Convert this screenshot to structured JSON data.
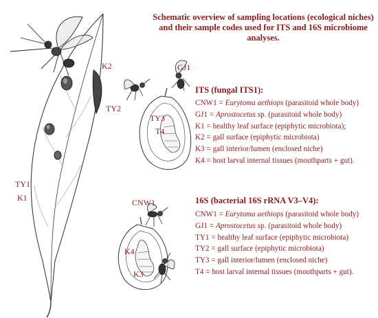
{
  "title": "Schematic overview of sampling locations (ecological niches) and their sample codes used for ITS and 16S microbiome analyses.",
  "its": {
    "heading": "ITS (fungal ITS1):",
    "items": [
      {
        "code": "CNW1 = ",
        "italic": "Eurytoma aethiops",
        "rest": " (parasitoid whole body)"
      },
      {
        "code": "GJ1 = ",
        "italic": "Aprostocetus",
        "rest": " sp. (parasitoid whole body)"
      },
      {
        "code": "K1 = healthy leaf surface (epiphytic microbiota);",
        "italic": "",
        "rest": ""
      },
      {
        "code": "K2 = gall surface (epiphytic microbiota)",
        "italic": "",
        "rest": ""
      },
      {
        "code": "K3 = gall interior/lumen (enclosed niche)",
        "italic": "",
        "rest": ""
      },
      {
        "code": "K4 = host larval internal tissues (mouthparts + gut).",
        "italic": "",
        "rest": ""
      }
    ]
  },
  "s16": {
    "heading": "16S (bacterial 16S rRNA V3–V4):",
    "items": [
      {
        "code": "CNW1 = ",
        "italic": "Eurytoma aethiops",
        "rest": " (parasitoid whole body)"
      },
      {
        "code": "GJ1 = ",
        "italic": "Aprostocetus",
        "rest": " sp. (parasitoid whole body)"
      },
      {
        "code": "TY1 = healthy leaf surface (epiphytic microbiota)",
        "italic": "",
        "rest": ""
      },
      {
        "code": "TY2 = gall surface (epiphytic microbiota)",
        "italic": "",
        "rest": ""
      },
      {
        "code": "TY3 = gall interior/lumen (enclosed niche)",
        "italic": "",
        "rest": ""
      },
      {
        "code": "T4 = host larval internal tissues (mouthparts + gut).",
        "italic": "",
        "rest": ""
      }
    ]
  },
  "labels": {
    "k2": "K2",
    "ty2": "TY2",
    "ty1": "TY1",
    "k1": "K1",
    "gj1": "GJ1",
    "ty3": "TY3",
    "t4": "T4",
    "cnw1": "CNW1",
    "k4": "K4",
    "k3": "K3"
  },
  "colors": {
    "text": "#8b1a1a",
    "ink": "#333333"
  }
}
